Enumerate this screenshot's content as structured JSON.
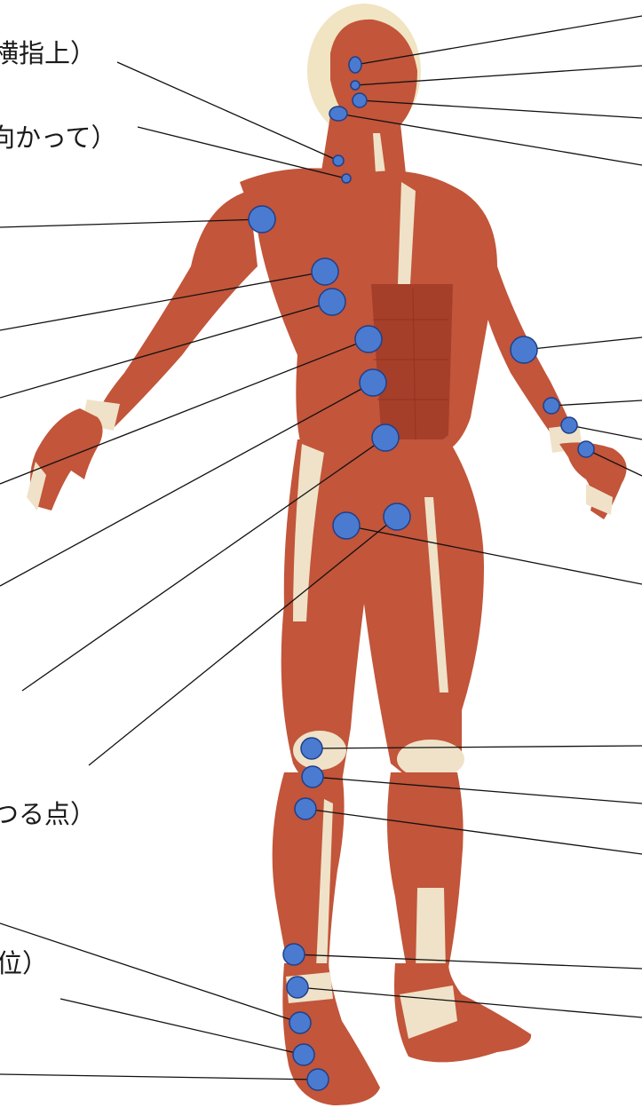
{
  "labels": {
    "l1": "横指上）",
    "l2": "向かって）",
    "l3": "）",
    "l4": "つる点）",
    "l5": "位）"
  },
  "colors": {
    "point_fill": "#4a7bd0",
    "muscle": "#c2553a",
    "tendon": "#efe2c8"
  }
}
